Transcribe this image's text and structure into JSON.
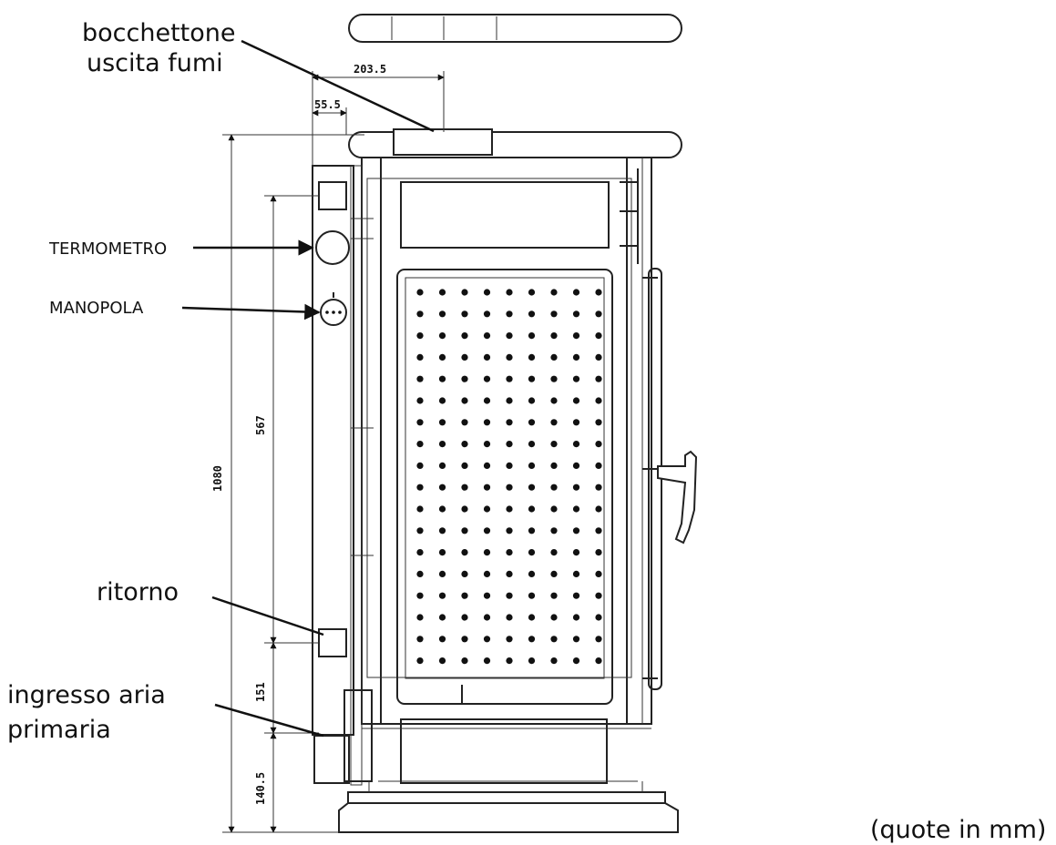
{
  "labels": {
    "flue_outlet_line1": "bocchettone",
    "flue_outlet_line2": "uscita fumi",
    "thermometer": "TERMOMETRO",
    "knob": "MANOPOLA",
    "return": "ritorno",
    "air_inlet_line1": "ingresso aria",
    "air_inlet_line2": "primaria",
    "units_note": "(quote in mm)"
  },
  "dimensions": {
    "flue_offset": "203.5",
    "side_offset": "55.5",
    "total_height": "1080",
    "connections_distance": "567",
    "return_to_inlet": "151",
    "inlet_height": "140.5"
  }
}
